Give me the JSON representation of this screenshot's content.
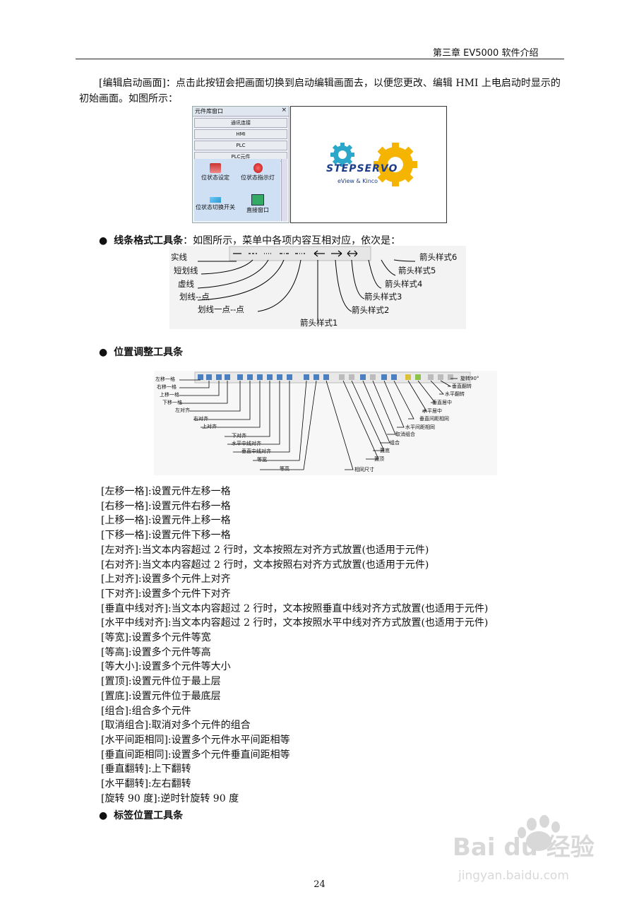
{
  "header": {
    "text": "第三章  EV5000 软件介绍"
  },
  "intro_paragraph": "[编辑启动画面]：点击此按钮会把画面切换到启动编辑画面去，以便您更改、编辑 HMI 上电启动时显示的初始画面。如图所示：",
  "component_library": {
    "title": "元件库窗口",
    "close": "×",
    "buttons": [
      "通讯连接",
      "HMI",
      "PLC",
      "PLC元件"
    ],
    "items": [
      "位状态设定",
      "位状态指示灯",
      "位状态切换开关",
      "直接窗口"
    ]
  },
  "startup_screen": {
    "brand": "STEPSERVO",
    "sub_brand": "eView & Kinco"
  },
  "line_format": {
    "bullet_title": "线条格式工具条",
    "bullet_text": "：如图所示，菜单中各项内容互相对应，依次是：",
    "labels": [
      "实线",
      "短划线",
      "虚线",
      "划线--点",
      "划线一点--点",
      "箭头样式1",
      "箭头样式2",
      "箭头样式3",
      "箭头样式4",
      "箭头样式5",
      "箭头样式6"
    ]
  },
  "position_toolbar": {
    "bullet_title": "位置调整工具条",
    "labels_left": [
      "左移一格",
      "右移一格",
      "上移一格",
      "下移一格",
      "左对齐",
      "右对齐",
      "上对齐",
      "下对齐",
      "水平中线对齐",
      "垂直中线对齐",
      "等宽",
      "等高"
    ],
    "labels_right": [
      "旋转90°",
      "垂直翻转",
      "水平翻转",
      "垂直居中",
      "水平居中",
      "垂直间距相同",
      "水平间距相同",
      "取消组合",
      "组合",
      "置底",
      "置顶",
      "相同尺寸"
    ]
  },
  "descriptions": [
    "[左移一格]:设置元件左移一格",
    "[右移一格]:设置元件右移一格",
    "[上移一格]:设置元件上移一格",
    "[下移一格]:设置元件下移一格",
    "[左对齐]:当文本内容超过 2 行时，文本按照左对齐方式放置(也适用于元件)",
    "[右对齐]:当文本内容超过 2 行时，文本按照右对齐方式放置(也适用于元件)",
    "[上对齐]:设置多个元件上对齐",
    "[下对齐]:设置多个元件下对齐",
    "[垂直中线对齐]:当文本内容超过 2 行时，文本按照垂直中线对齐方式放置(也适用于元件)",
    "[水平中线对齐]:当文本内容超过 2 行时，文本按照水平中线对齐方式放置(也适用于元件)",
    "[等宽]:设置多个元件等宽",
    "[等高]:设置多个元件等高",
    "[等大小]:设置多个元件等大小",
    "[置顶]:设置元件位于最上层",
    "[置底]:设置元件位于最底层",
    "[组合]:组合多个元件",
    "[取消组合]:取消对多个元件的组合",
    "[水平间距相同]:设置多个元件水平间距相等",
    "[垂直间距相同]:设置多个元件垂直间距相等",
    "[垂直翻转]:上下翻转",
    "[水平翻转]:左右翻转",
    "[旋转 90 度]:逆时针旋转 90 度"
  ],
  "label_toolbar": {
    "bullet_title": "标签位置工具条"
  },
  "page_number": "24",
  "watermark": {
    "brand": "Bai du 经验",
    "url": "jingyan.baidu.com"
  }
}
